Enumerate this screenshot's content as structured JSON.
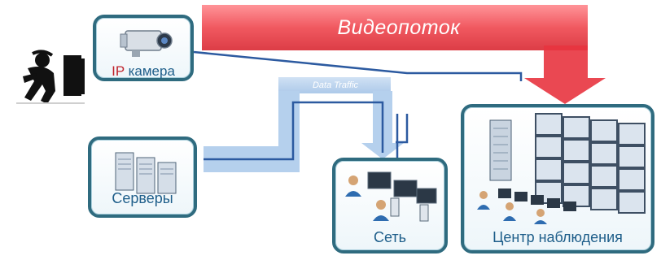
{
  "diagram": {
    "banner_label": "Видеопоток",
    "traffic_label": "Data Traffic",
    "nodes": {
      "camera": {
        "label_prefix": "IP",
        "label": " камера"
      },
      "servers": {
        "label": "Серверы"
      },
      "network": {
        "label": "Сеть"
      },
      "monitoring": {
        "label": "Центр наблюдения"
      }
    }
  },
  "colors": {
    "banner": "#e8343f",
    "node_border": "#2f6b7f",
    "traffic_flow": "#a9c8ea",
    "cable": "#2c5aa0",
    "label_text": "#1e5e8a"
  }
}
